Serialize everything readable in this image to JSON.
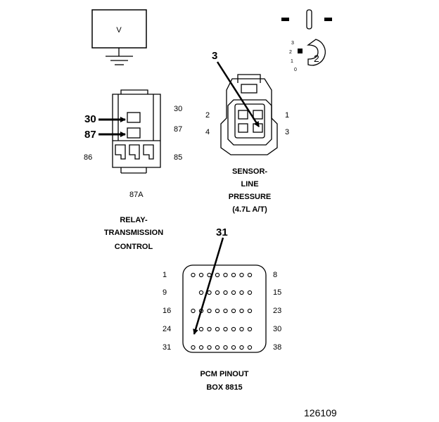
{
  "meter": {
    "symbol": "V"
  },
  "key_indicator": {
    "position_label": "2",
    "positions": [
      "3",
      "2",
      "1",
      "0"
    ]
  },
  "relay": {
    "callouts": [
      "30",
      "87"
    ],
    "pin_labels": {
      "p30": "30",
      "p87": "87",
      "p86": "86",
      "p85": "85",
      "p87a": "87A"
    },
    "caption": [
      "RELAY-",
      "TRANSMISSION",
      "CONTROL"
    ]
  },
  "sensor": {
    "callout": "3",
    "pin_labels": {
      "p2": "2",
      "p1": "1",
      "p4": "4",
      "p3": "3"
    },
    "caption": [
      "SENSOR-",
      "LINE",
      "PRESSURE",
      "(4.7L A/T)"
    ]
  },
  "pcm": {
    "callout": "31",
    "row_labels_left": [
      "1",
      "9",
      "16",
      "24",
      "31"
    ],
    "row_labels_right": [
      "8",
      "15",
      "23",
      "30",
      "38"
    ],
    "caption": [
      "PCM PINOUT",
      "BOX 8815"
    ]
  },
  "figure_number": "126109"
}
